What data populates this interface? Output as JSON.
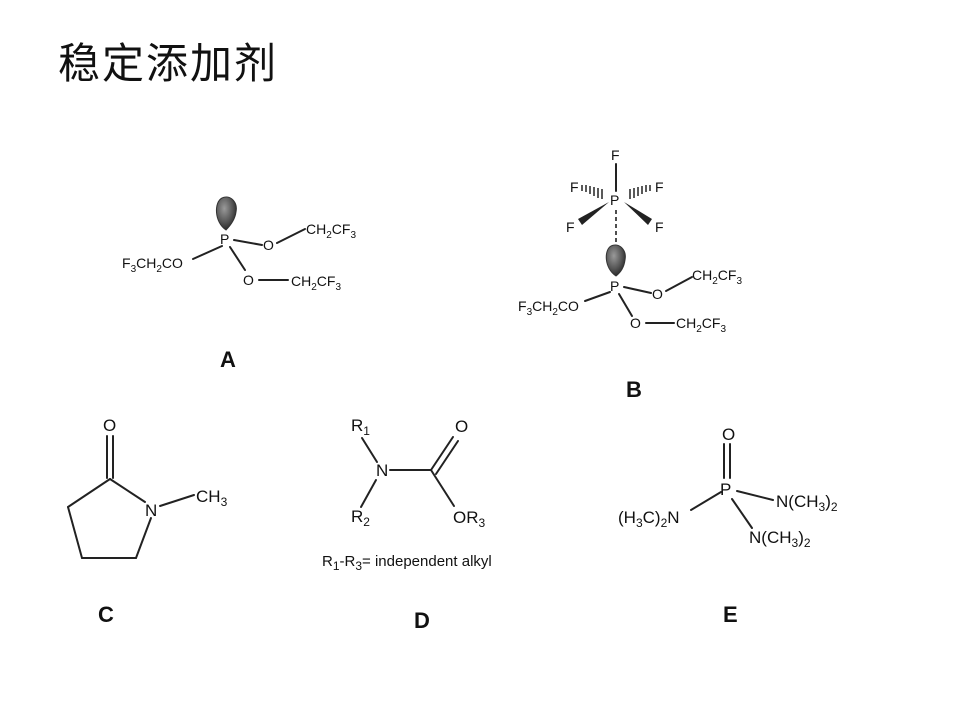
{
  "title": "稳定添加剂",
  "labels": {
    "A": "A",
    "B": "B",
    "C": "C",
    "D": "D",
    "E": "E"
  },
  "mol_A": {
    "p": "P",
    "o_top": "O",
    "o_bottom": "O",
    "sub_top": "CH2CF3",
    "sub_bottom": "CH2CF3",
    "sub_left": "F3CH2CO"
  },
  "mol_B": {
    "f_top": "F",
    "f_ul": "F",
    "f_ur": "F",
    "f_ll": "F",
    "f_lr": "F",
    "p_top": "P",
    "p_bottom": "P",
    "o_top": "O",
    "o_bottom": "O",
    "sub_top": "CH2CF3",
    "sub_bottom": "CH2CF3",
    "sub_left": "F3CH2CO"
  },
  "mol_C": {
    "o": "O",
    "n": "N",
    "me": "CH3"
  },
  "mol_D": {
    "r1": "R1",
    "r2": "R2",
    "n": "N",
    "o": "O",
    "or3": "OR3",
    "note": "R1-R3= independent alkyl"
  },
  "mol_E": {
    "o": "O",
    "p": "P",
    "n_left": "(H3C)2N",
    "n_right_top": "N(CH3)2",
    "n_right_bottom": "N(CH3)2"
  }
}
